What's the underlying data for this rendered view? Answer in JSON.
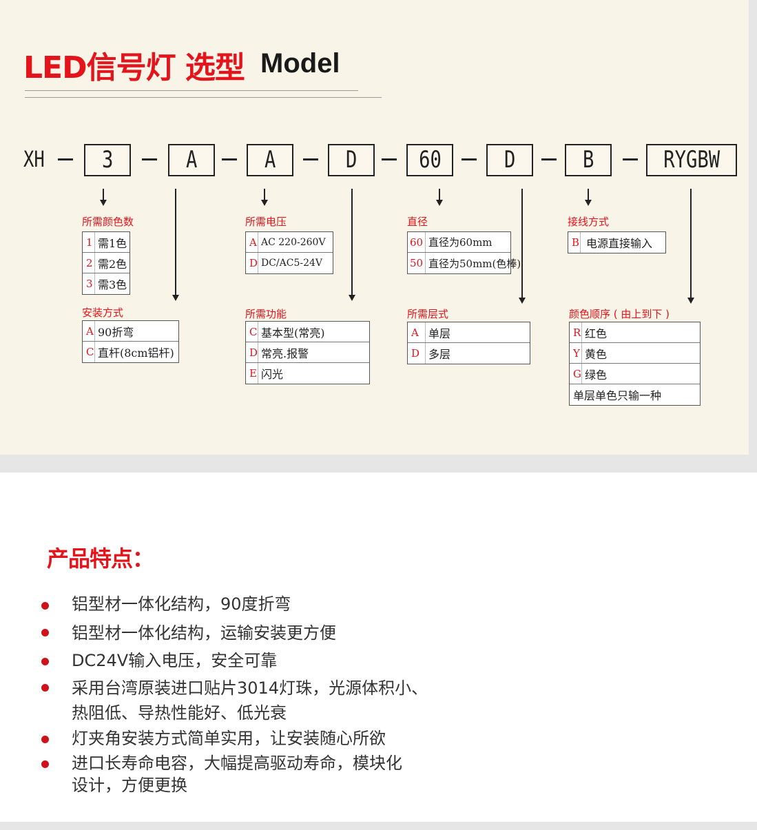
{
  "header": {
    "title_cn": "LED信号灯 选型",
    "title_en": "Model"
  },
  "model_code": {
    "prefix": "XH",
    "segments": [
      "3",
      "A",
      "A",
      "D",
      "60",
      "D",
      "B",
      "RYGBW"
    ]
  },
  "options": {
    "color_count": {
      "label": "所需颜色数",
      "rows": [
        {
          "code": "1",
          "desc": "需1色"
        },
        {
          "code": "2",
          "desc": "需2色"
        },
        {
          "code": "3",
          "desc": "需3色"
        }
      ]
    },
    "mounting": {
      "label": "安装方式",
      "rows": [
        {
          "code": "A",
          "desc": "90折弯"
        },
        {
          "code": "C",
          "desc": "直杆(8cm铝杆)"
        }
      ]
    },
    "voltage": {
      "label": "所需电压",
      "rows": [
        {
          "code": "A",
          "desc": "AC 220-260V"
        },
        {
          "code": "D",
          "desc": "DC/AC5-24V"
        }
      ]
    },
    "function": {
      "label": "所需功能",
      "rows": [
        {
          "code": "C",
          "desc": "基本型(常亮)"
        },
        {
          "code": "D",
          "desc": "常亮.报警"
        },
        {
          "code": "E",
          "desc": "闪光"
        }
      ]
    },
    "diameter": {
      "label": "直径",
      "rows": [
        {
          "code": "60",
          "desc": "直径为60mm"
        },
        {
          "code": "50",
          "desc": "直径为50mm(色棒)"
        }
      ]
    },
    "layers": {
      "label": "所需层式",
      "rows": [
        {
          "code": "A",
          "desc": "单层"
        },
        {
          "code": "D",
          "desc": "多层"
        }
      ]
    },
    "wiring": {
      "label": "接线方式",
      "rows": [
        {
          "code": "B",
          "desc": "电源直接输入"
        }
      ]
    },
    "color_order": {
      "label": "颜色顺序 ( 由上到下 )",
      "rows": [
        {
          "code": "R",
          "desc": "红色"
        },
        {
          "code": "Y",
          "desc": "黄色"
        },
        {
          "code": "G",
          "desc": "绿色"
        }
      ],
      "note": "单层单色只输一种"
    }
  },
  "features": {
    "title": "产品特点：",
    "items": [
      "铝型材一体化结构，90度折弯",
      "铝型材一体化结构，运输安装更方便",
      "DC24V输入电压，安全可靠",
      "采用台湾原装进口贴片3014灯珠，光源体积小、",
      "热阻低、导热性能好、低光衰",
      "灯夹角安装方式简单实用，让安装随心所欲",
      "进口长寿命电容，大幅提高驱动寿命，模块化",
      "设计，方便更换"
    ]
  },
  "colors": {
    "accent_red": "#e3141b",
    "panel_bg": "#f8f4e8",
    "page_bg": "#e6e6e6"
  }
}
